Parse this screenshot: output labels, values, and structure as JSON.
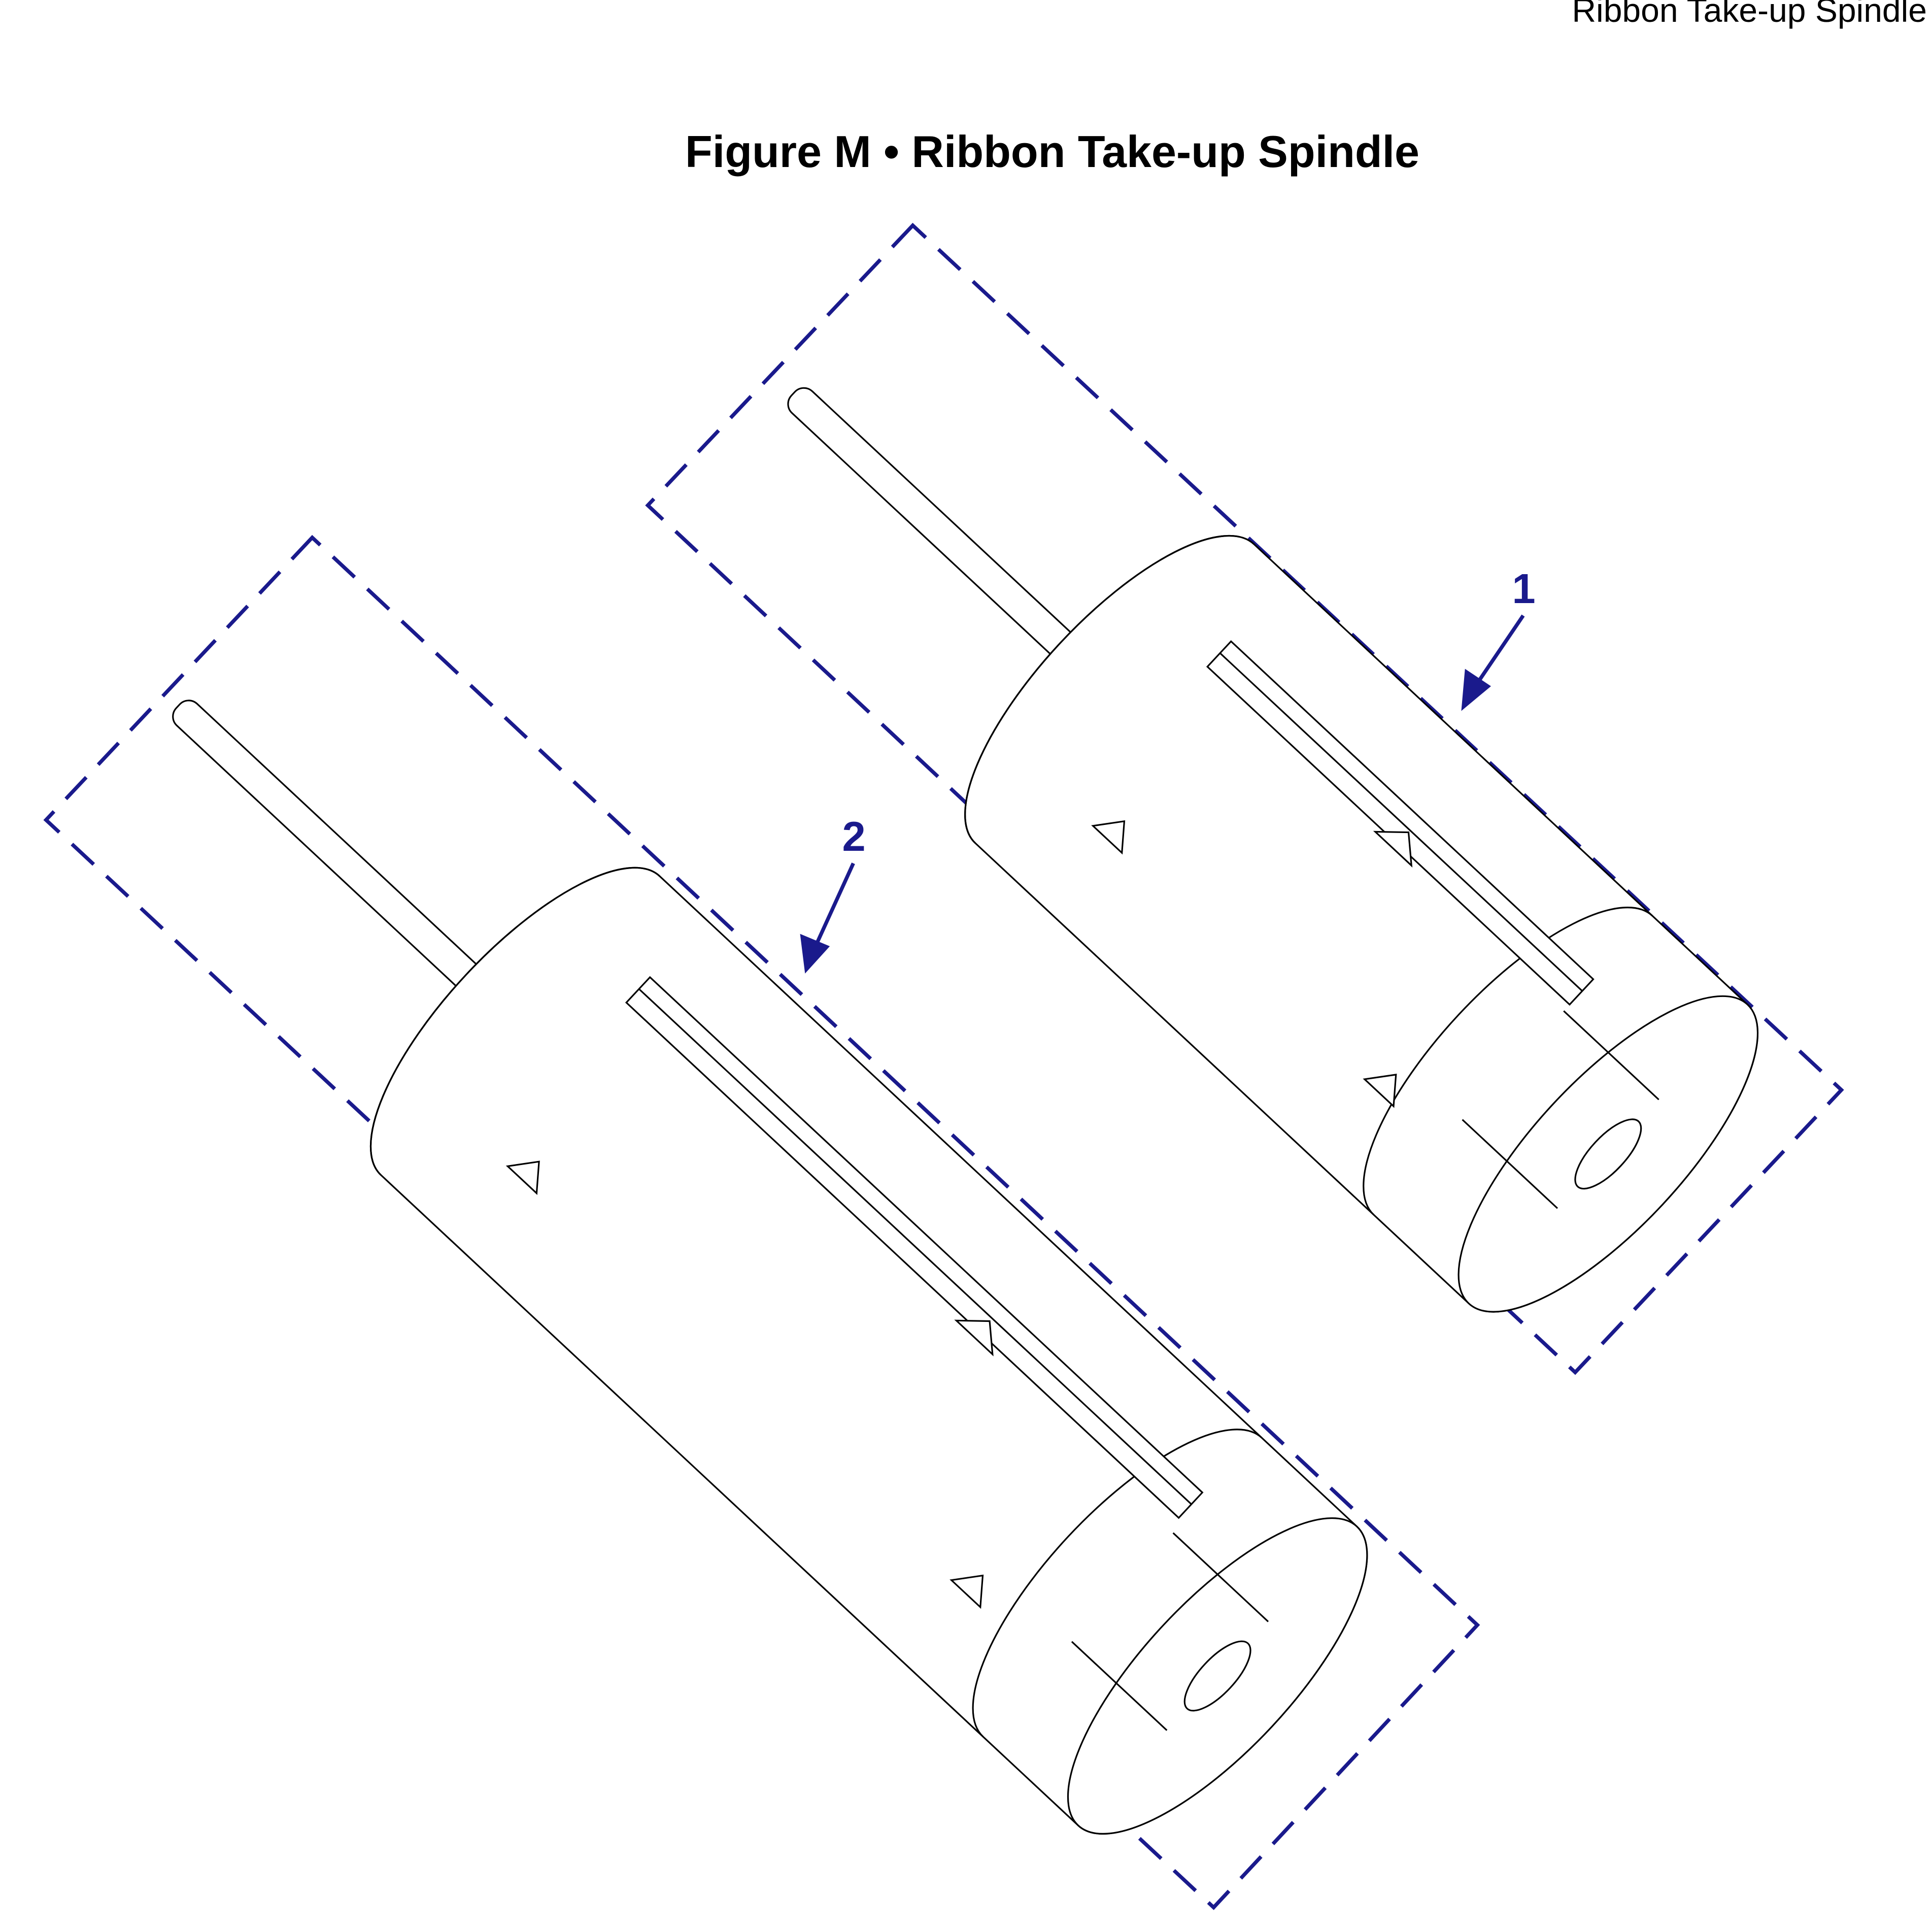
{
  "header": {
    "running_title": "Ribbon Take-up Spindle"
  },
  "figure": {
    "title": "Figure M • Ribbon Take-up Spindle",
    "callouts": [
      {
        "label": "1"
      },
      {
        "label": "2"
      }
    ],
    "callout_color": "#1a1a8c"
  }
}
